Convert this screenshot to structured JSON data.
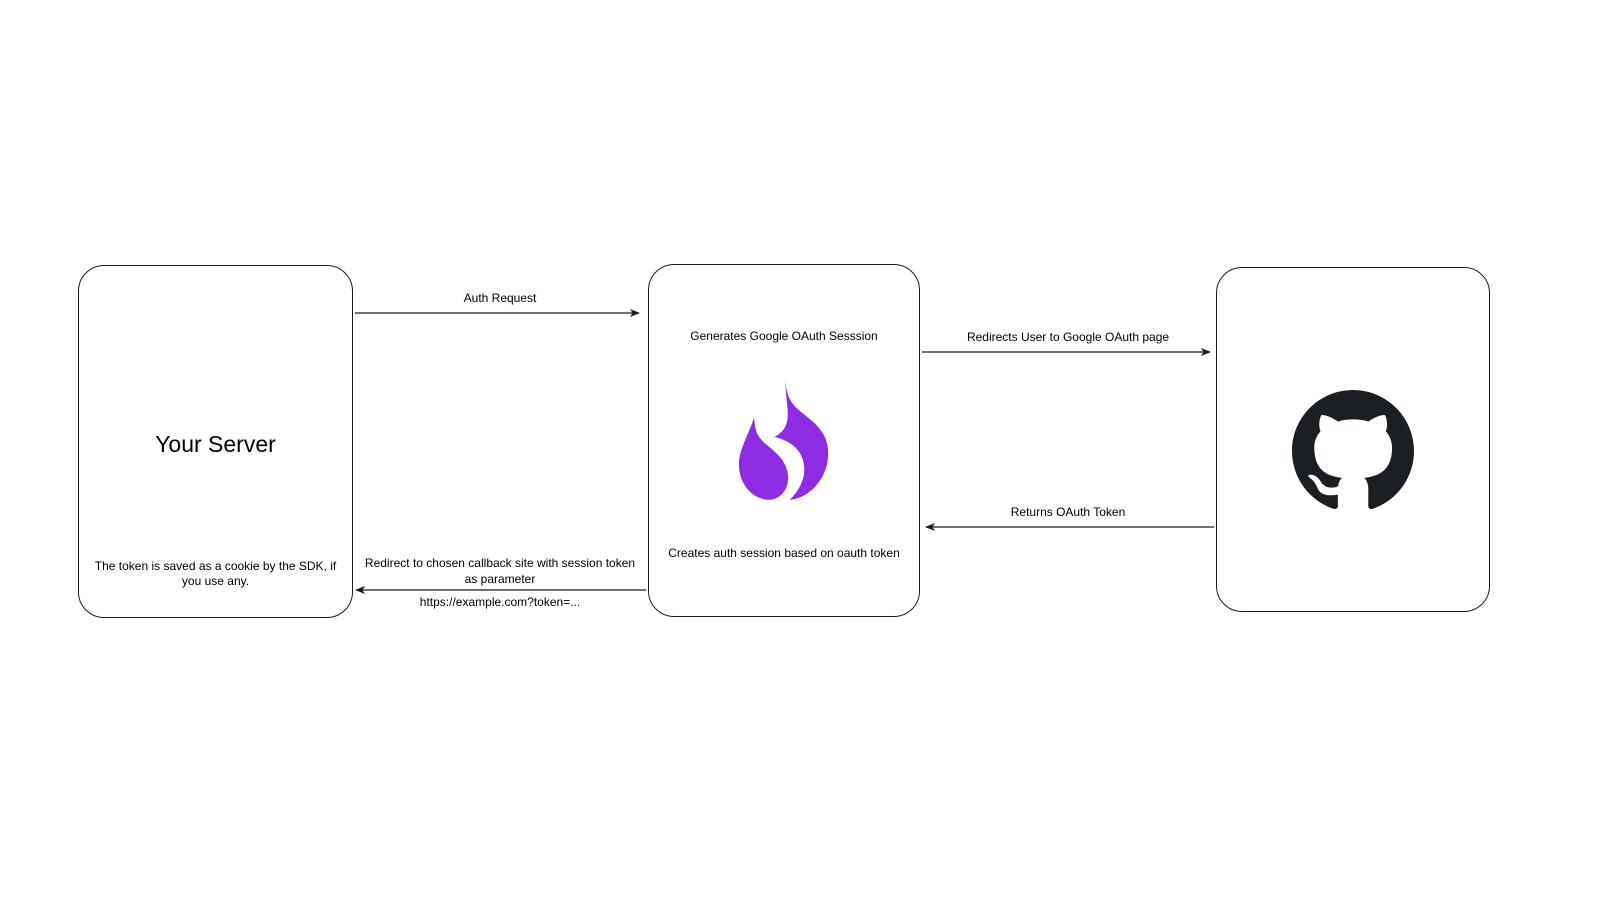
{
  "diagram": {
    "type": "flow-sequence-diagram",
    "background_color": "#ffffff",
    "stroke_color": "#1b1b1b",
    "nodes": [
      {
        "id": "your-server",
        "title": "Your Server",
        "caption": "The token is saved as a cookie by the\nSDK, if you use any.",
        "icon": null
      },
      {
        "id": "hanko",
        "top_caption": "Generates Google OAuth Sesssion",
        "bottom_caption": "Creates auth session based on oauth token",
        "icon": "hanko-flame-logo",
        "icon_color": "#8f2be0"
      },
      {
        "id": "github",
        "icon": "github-octocat-logo",
        "icon_color": "#1b1f23"
      }
    ],
    "edges": [
      {
        "id": "auth-request",
        "label": "Auth Request",
        "from": "your-server",
        "to": "hanko",
        "direction": "right"
      },
      {
        "id": "redirect-callback",
        "label": "Redirect to chosen callback site with session token\nas parameter",
        "sublabel": "https://example.com?token=...",
        "from": "hanko",
        "to": "your-server",
        "direction": "left"
      },
      {
        "id": "redirects-user",
        "label": "Redirects User to Google OAuth page",
        "from": "hanko",
        "to": "github",
        "direction": "right"
      },
      {
        "id": "returns-token",
        "label": "Returns OAuth Token",
        "from": "github",
        "to": "hanko",
        "direction": "left"
      }
    ]
  }
}
